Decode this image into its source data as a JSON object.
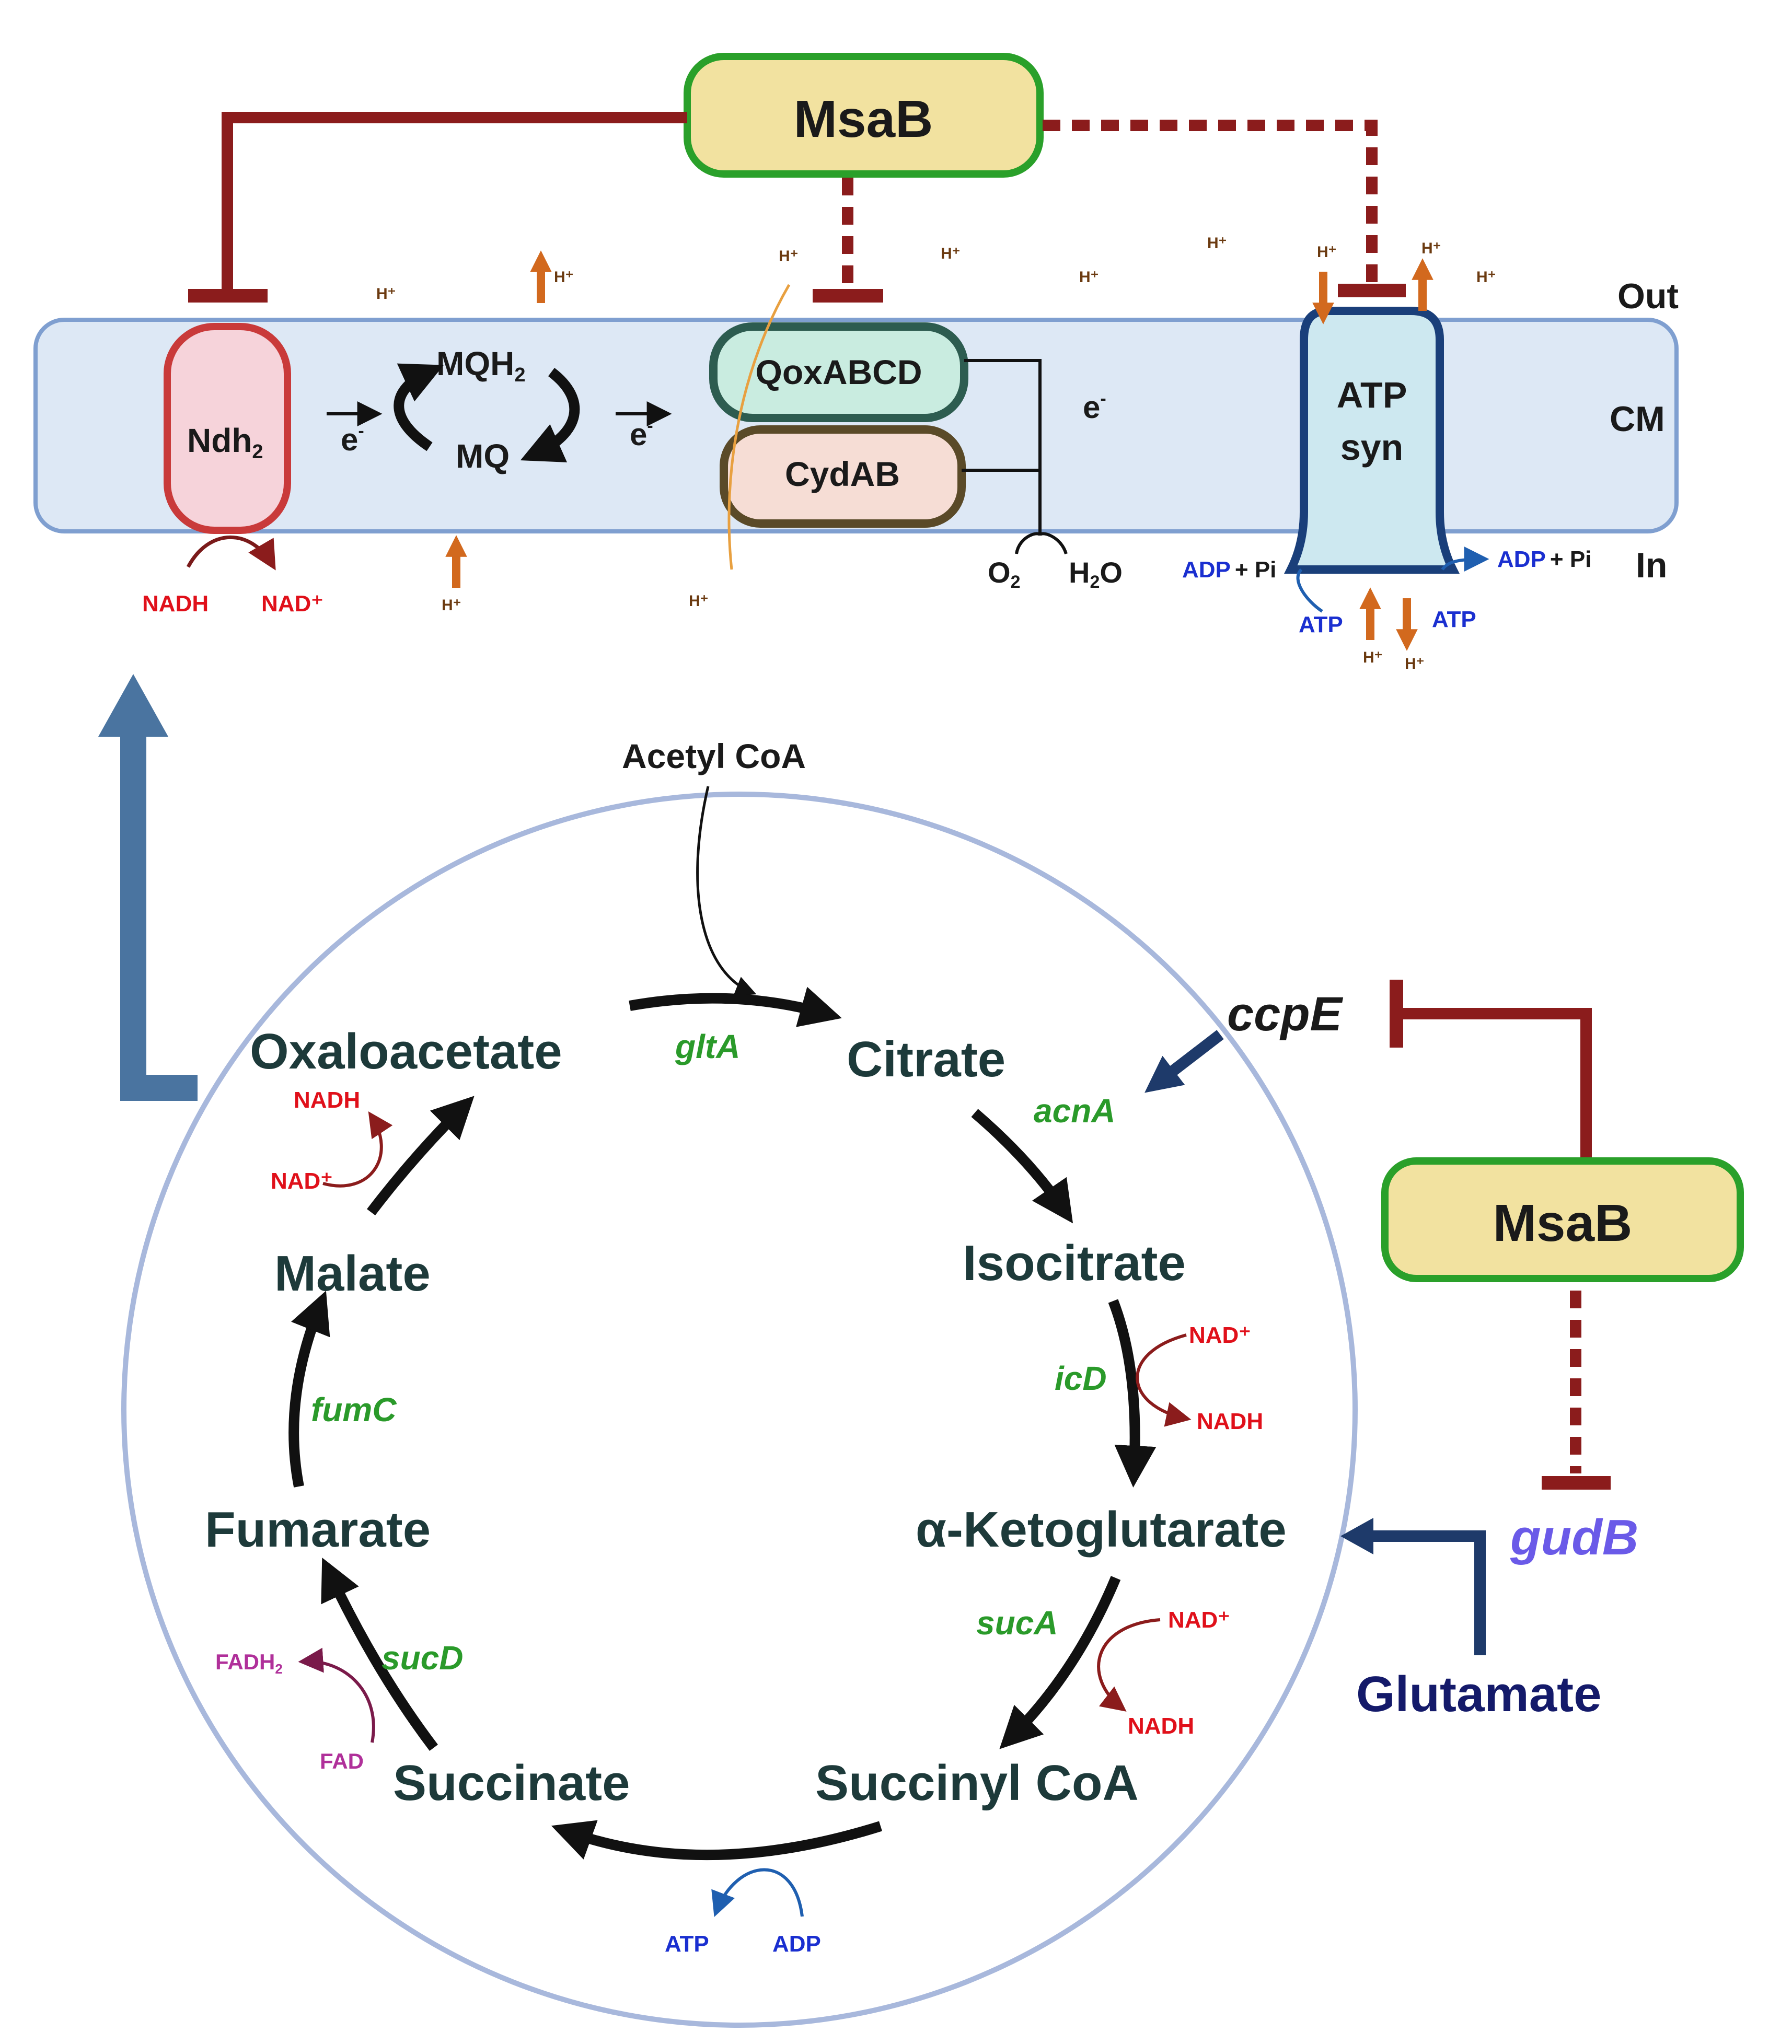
{
  "membrane": {
    "out_label": "Out",
    "cm_label": "CM",
    "in_label": "In",
    "ndh2": "Ndh",
    "ndh2_sub": "2",
    "mqh2": "MQH",
    "mqh2_sub": "2",
    "mq": "MQ",
    "e_minus": "e",
    "qox": "QoxABCD",
    "cyd": "CydAB",
    "o2": "O",
    "o2_sub": "2",
    "h2o_h": "H",
    "h2o_sub": "2",
    "h2o_o": "O",
    "atp_syn_1": "ATP",
    "atp_syn_2": "syn",
    "nadh": "NADH",
    "nad_plus": "NAD⁺",
    "h_plus": "H⁺",
    "adp_pi": "ADP",
    "plus_pi": "+ Pi",
    "atp": "ATP"
  },
  "regulators": {
    "msab_top": "MsaB",
    "msab_right": "MsaB",
    "ccpE": "ccpE",
    "gudB": "gudB",
    "glutamate": "Glutamate"
  },
  "tca": {
    "acetyl_coa": "Acetyl CoA",
    "citrate": "Citrate",
    "isocitrate": "Isocitrate",
    "akg": "α-Ketoglutarate",
    "succinyl_coa": "Succinyl CoA",
    "succinate": "Succinate",
    "fumarate": "Fumarate",
    "malate": "Malate",
    "oxaloacetate": "Oxaloacetate",
    "gltA": "gltA",
    "acnA": "acnA",
    "icD": "icD",
    "sucA": "sucA",
    "sucD": "sucD",
    "fumC": "fumC",
    "nad_plus": "NAD⁺",
    "nadh": "NADH",
    "fadh2": "FADH",
    "fadh2_sub": "2",
    "fad": "FAD",
    "atp": "ATP",
    "adp": "ADP"
  },
  "colors": {
    "inhibit": "#8b1c1c",
    "msab_fill": "#f2e2a0",
    "msab_border": "#2aa02a",
    "membrane_fill": "#dde8f5",
    "membrane_border": "#7f9fd0",
    "steelblue_arrow": "#4a74a0",
    "navy_arrow": "#1e3a6a",
    "proton_arrow": "#d2691e",
    "metabolite": "#1d3a3a",
    "gene": "#2a9a2a",
    "redox": "#e0101a",
    "nucleotide": "#1a2fd0",
    "fad": "#b0309a"
  }
}
